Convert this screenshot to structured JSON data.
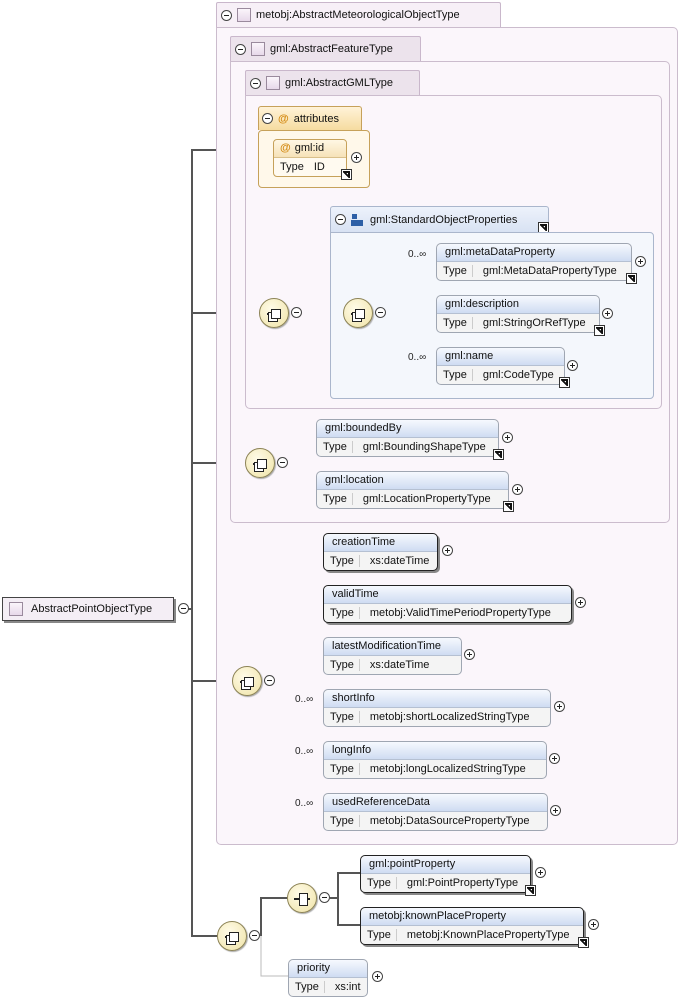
{
  "root": {
    "name": "AbstractPointObjectType"
  },
  "type_label": "Type",
  "tabs": {
    "meteo": "metobj:AbstractMeteorologicalObjectType",
    "feature": "gml:AbstractFeatureType",
    "gml": "gml:AbstractGMLType",
    "attributes": "attributes"
  },
  "attribute": {
    "name": "gml:id",
    "type": "ID",
    "symbol": "@"
  },
  "standard_group": {
    "name": "gml:StandardObjectProperties",
    "elements": [
      {
        "name": "gml:metaDataProperty",
        "type": "gml:MetaDataPropertyType",
        "occurs": "0..∞"
      },
      {
        "name": "gml:description",
        "type": "gml:StringOrRefType",
        "occurs": ""
      },
      {
        "name": "gml:name",
        "type": "gml:CodeType",
        "occurs": "0..∞"
      }
    ]
  },
  "feature_elements": [
    {
      "name": "gml:boundedBy",
      "type": "gml:BoundingShapeType"
    },
    {
      "name": "gml:location",
      "type": "gml:LocationPropertyType"
    }
  ],
  "meteo_elements": [
    {
      "name": "creationTime",
      "type": "xs:dateTime",
      "occurs": ""
    },
    {
      "name": "validTime",
      "type": "metobj:ValidTimePeriodPropertyType",
      "occurs": ""
    },
    {
      "name": "latestModificationTime",
      "type": "xs:dateTime",
      "occurs": ""
    },
    {
      "name": "shortInfo",
      "type": "metobj:shortLocalizedStringType",
      "occurs": "0..∞"
    },
    {
      "name": "longInfo",
      "type": "metobj:longLocalizedStringType",
      "occurs": "0..∞"
    },
    {
      "name": "usedReferenceData",
      "type": "metobj:DataSourcePropertyType",
      "occurs": "0..∞"
    }
  ],
  "point_elements": [
    {
      "name": "gml:pointProperty",
      "type": "gml:PointPropertyType"
    },
    {
      "name": "metobj:knownPlaceProperty",
      "type": "metobj:KnownPlacePropertyType"
    },
    {
      "name": "priority",
      "type": "xs:int"
    }
  ]
}
